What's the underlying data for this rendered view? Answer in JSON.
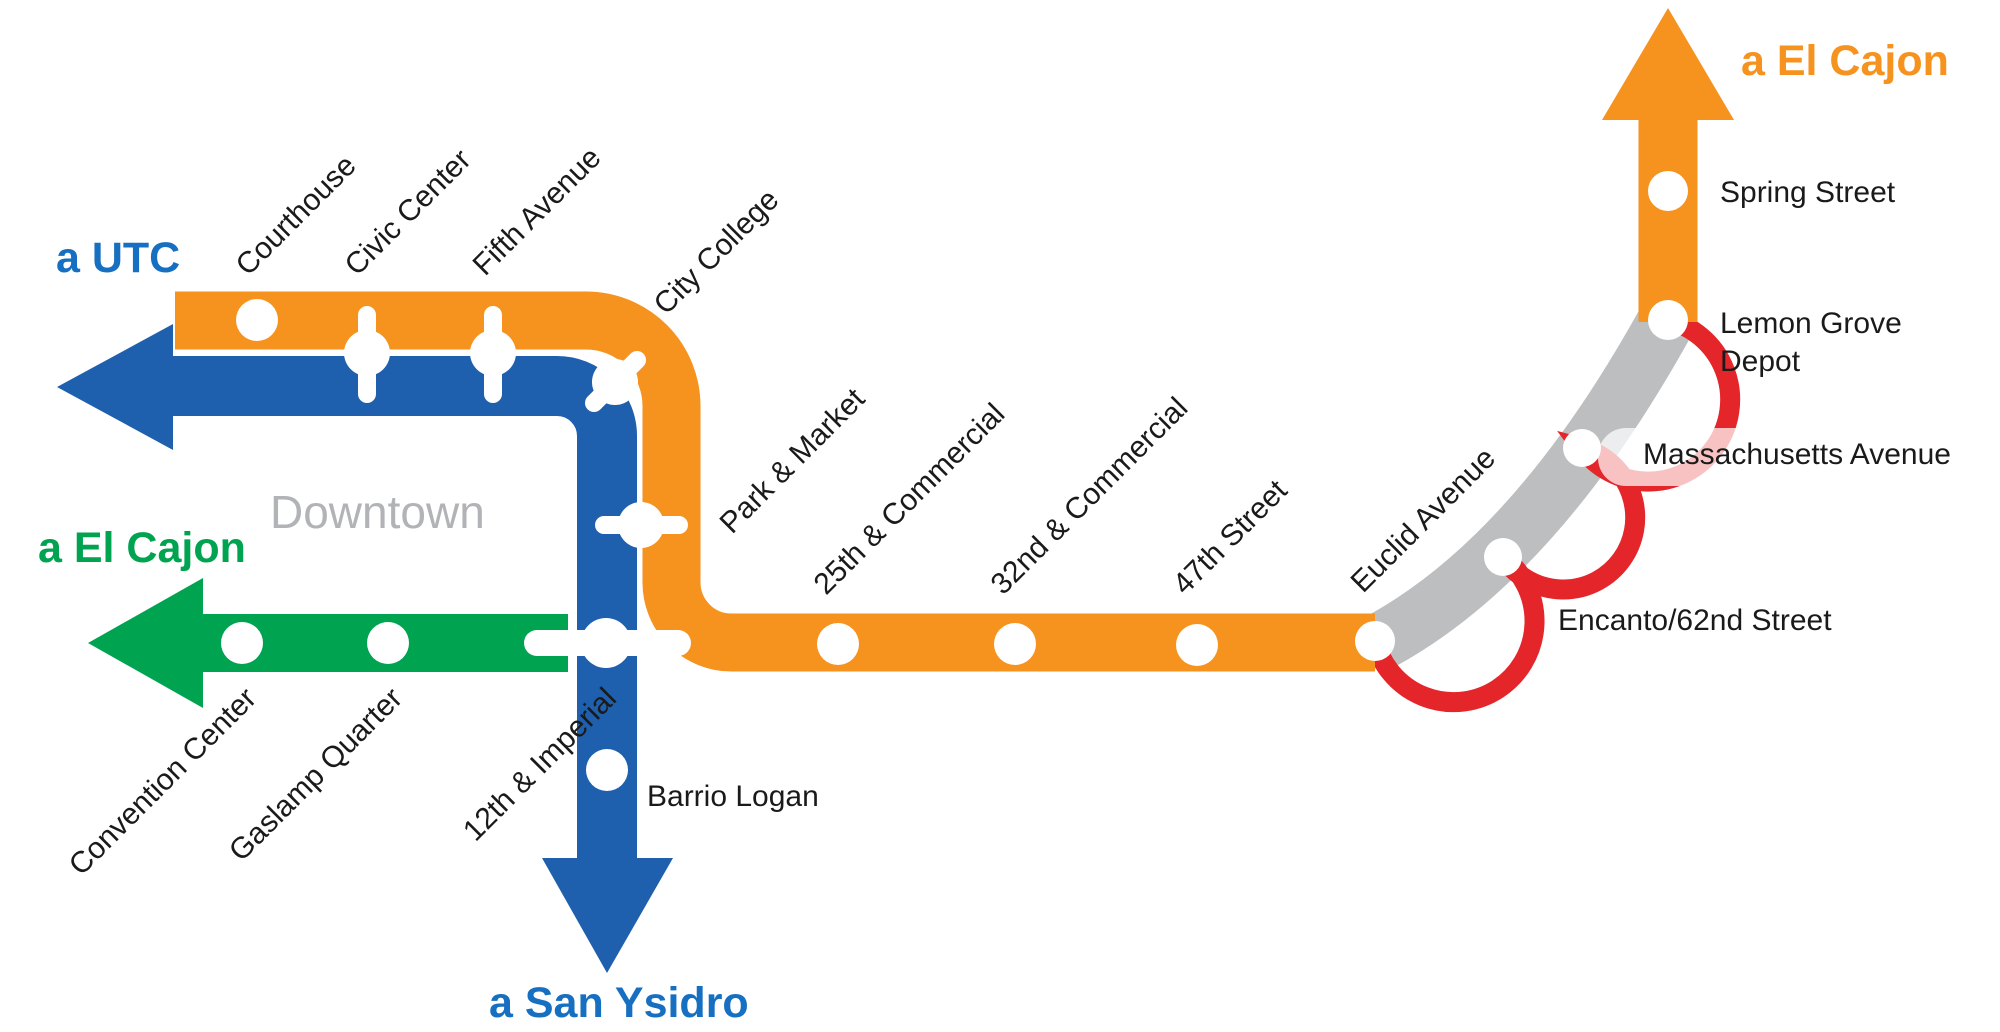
{
  "colors": {
    "orange": "#F6921E",
    "blue": "#1E5FAE",
    "blue_text": "#166FC1",
    "green": "#00A350",
    "gray": "#BCBEC0",
    "red": "#E4252A",
    "downtown_gray": "#B1B3B6",
    "label": "#1A1A1A",
    "station_dot": "#FFFFFF"
  },
  "terminals": {
    "utc": {
      "label": "a UTC"
    },
    "el_cajon_green": {
      "label": "a El Cajon"
    },
    "el_cajon_orange": {
      "label": "a El Cajon"
    },
    "san_ysidro": {
      "label": "a San Ysidro"
    }
  },
  "area": {
    "downtown": "Downtown"
  },
  "stations": {
    "courthouse": {
      "label": "Courthouse"
    },
    "civic_center": {
      "label": "Civic Center"
    },
    "fifth_avenue": {
      "label": "Fifth Avenue"
    },
    "city_college": {
      "label": "City College"
    },
    "park_market": {
      "label": "Park & Market"
    },
    "twentyfifth": {
      "label": "25th & Commercial"
    },
    "thirtysecond": {
      "label": "32nd & Commercial"
    },
    "fortyseventh": {
      "label": "47th Street"
    },
    "euclid": {
      "label": "Euclid Avenue"
    },
    "encanto": {
      "label": "Encanto/62nd Street"
    },
    "massachusetts": {
      "label": "Massachusetts Avenue"
    },
    "lemon_grove": {
      "label_line1": "Lemon Grove",
      "label_line2": "Depot"
    },
    "spring": {
      "label": "Spring Street"
    },
    "convention": {
      "label": "Convention Center"
    },
    "gaslamp": {
      "label": "Gaslamp Quarter"
    },
    "twelfth": {
      "label": "12th & Imperial"
    },
    "barrio": {
      "label": "Barrio Logan"
    }
  }
}
